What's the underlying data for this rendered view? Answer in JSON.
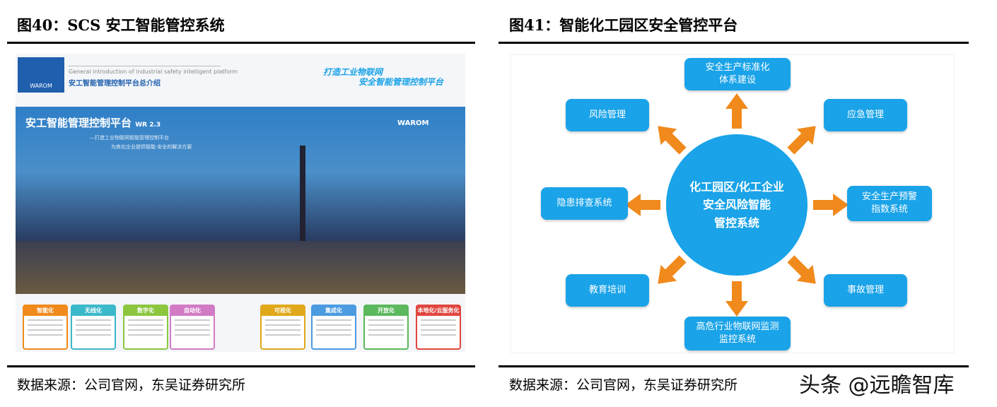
{
  "left": {
    "title": "图40：SCS 安工智能管控系统",
    "source": "数据来源：公司官网，东吴证券研究所",
    "image": {
      "logo_text": "WAROM",
      "intro_en": "General introduction of industrial safety intelligent platform",
      "intro_cn": "安工智能管理控制平台总介绍",
      "slogan_1": "打造工业物联网",
      "slogan_2": "安全智能管理控制平台",
      "banner_title": "安工智能管理控制平台",
      "banner_version": "WR 2.3",
      "banner_sub_1": "—打造工业物联网智能管理控制平台",
      "banner_sub_2": "为炼化企业提供智能·安全的解决方案",
      "banner_logo": "WAROM",
      "cards": [
        {
          "label": "智能化",
          "color": "#f08a1c"
        },
        {
          "label": "无线化",
          "color": "#3bb8c9"
        },
        {
          "label": "数字化",
          "color": "#8cc63f"
        },
        {
          "label": "自动化",
          "color": "#d27bc4"
        },
        {
          "label": "可视化",
          "color": "#e0a81a"
        },
        {
          "label": "集成化",
          "color": "#4a9be0"
        },
        {
          "label": "开放化",
          "color": "#5cb85c"
        },
        {
          "label": "本地化/云服务化",
          "color": "#e0473f"
        }
      ]
    }
  },
  "right": {
    "title": "图41：智能化工园区安全管控平台",
    "source": "数据来源：公司官网，东吴证券研究所",
    "center": "化工园区/化工企业\n安全风险智能\n管控系统",
    "nodes": {
      "top": "安全生产标准化\n体系建设",
      "top_left": "风险管理",
      "top_right": "应急管理",
      "left": "隐患排查系统",
      "right": "安全生产预警\n指数系统",
      "bottom_left": "教育培训",
      "bottom_right": "事故管理",
      "bottom": "高危行业物联网监测\n监控系统"
    },
    "accent": "#1aa3e8",
    "arrow_color": "#f08a1c"
  },
  "watermark": "头条 @远瞻智库"
}
